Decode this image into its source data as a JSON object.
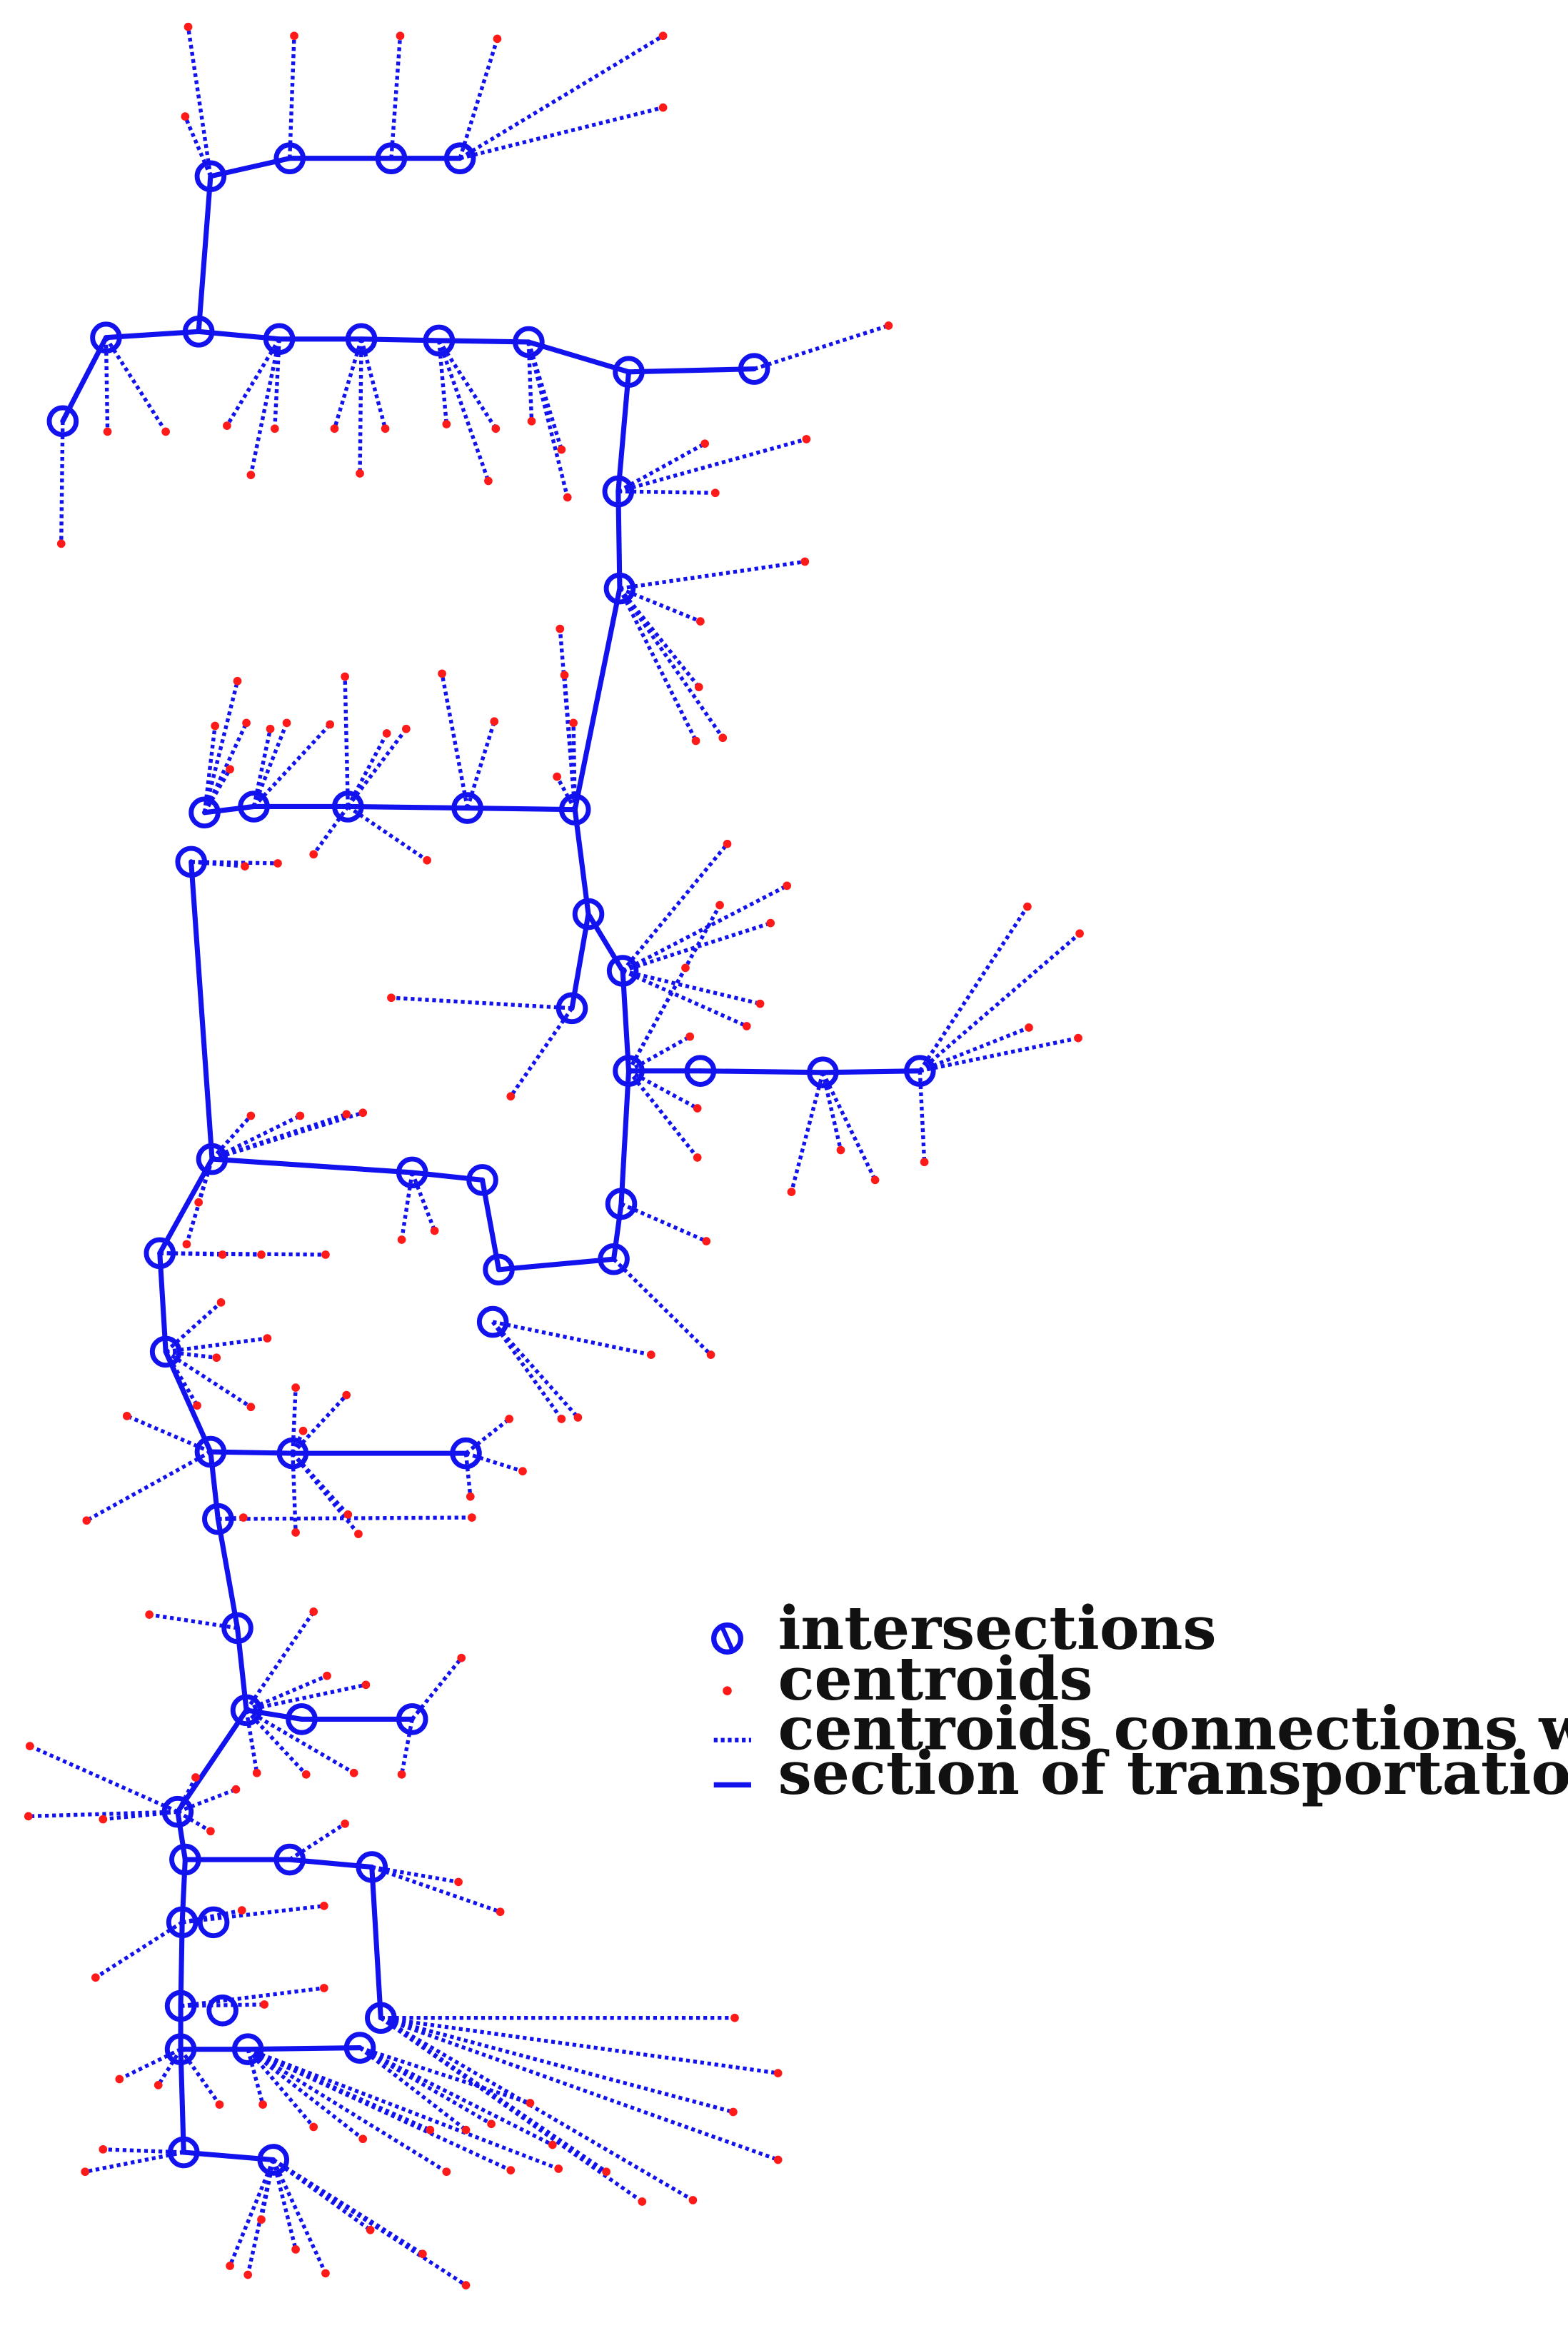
{
  "colors": {
    "network": "#1212ee",
    "centroid": "#ff1a1a",
    "background": "#ffffff"
  },
  "legend": {
    "intersections": "intersections",
    "centroids": "centroids",
    "connections": "centroids connections with transportation network",
    "sections": "section of transportation network"
  }
}
